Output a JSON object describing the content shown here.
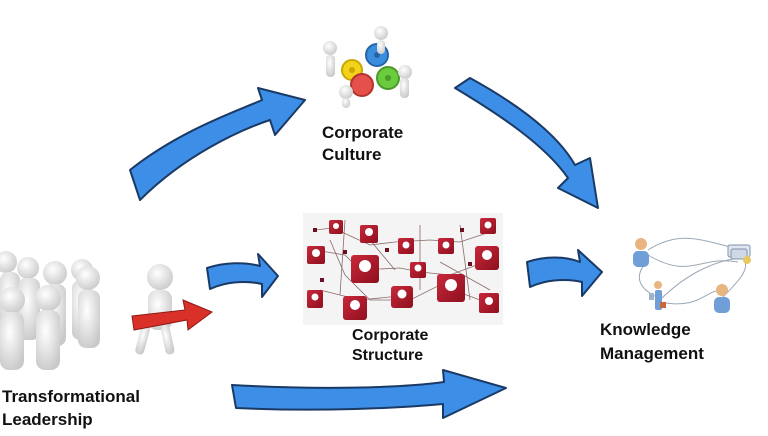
{
  "diagram": {
    "type": "flow",
    "nodes": [
      {
        "id": "leadership",
        "label_line1": "Transformational",
        "label_line2": "Leadership",
        "icon": "people-following-leader-icon"
      },
      {
        "id": "culture",
        "label_line1": "Corporate",
        "label_line2": "Culture",
        "icon": "people-gears-icon"
      },
      {
        "id": "structure",
        "label_line1": "Corporate",
        "label_line2": "Structure",
        "icon": "org-network-icon"
      },
      {
        "id": "knowledge",
        "label_line1": "Knowledge",
        "label_line2": "Management",
        "icon": "knowledge-network-icon"
      }
    ],
    "edges": [
      {
        "from": "leadership",
        "to": "culture"
      },
      {
        "from": "culture",
        "to": "knowledge"
      },
      {
        "from": "leadership",
        "to": "structure"
      },
      {
        "from": "structure",
        "to": "knowledge"
      },
      {
        "from": "leadership",
        "to": "knowledge"
      }
    ],
    "colors": {
      "arrow_fill": "#3d8ee6",
      "arrow_stroke": "#1a3a66",
      "red_accent": "#b5172b",
      "leader_arrow": "#d9302a",
      "figure": "#e8e8e8"
    }
  }
}
